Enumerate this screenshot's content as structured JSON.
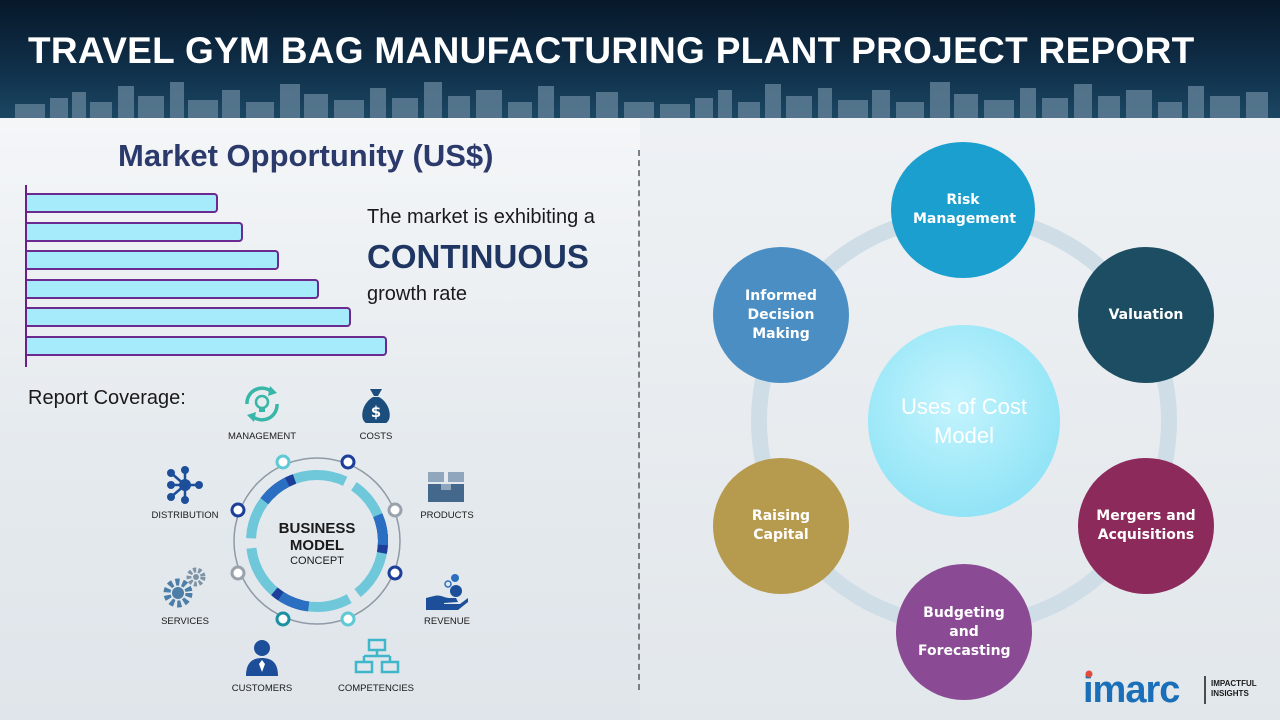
{
  "header": {
    "title": "TRAVEL GYM BAG MANUFACTURING PLANT PROJECT REPORT"
  },
  "market": {
    "title": "Market Opportunity (US$)",
    "line1": "The market is exhibiting a",
    "line2": "CONTINUOUS",
    "line3": "growth rate",
    "bars": [
      {
        "value": 0.53
      },
      {
        "value": 0.6
      },
      {
        "value": 0.7
      },
      {
        "value": 0.81
      },
      {
        "value": 0.9
      },
      {
        "value": 1.0
      }
    ]
  },
  "coverage": {
    "label": "Report Coverage:",
    "center_line1": "BUSINESS",
    "center_line2": "MODEL",
    "center_line3": "CONCEPT",
    "items": [
      {
        "label": "MANAGEMENT",
        "icon": "lightbulb-cycle-icon"
      },
      {
        "label": "COSTS",
        "icon": "money-bag-icon"
      },
      {
        "label": "PRODUCTS",
        "icon": "boxes-icon"
      },
      {
        "label": "REVENUE",
        "icon": "hand-coins-icon"
      },
      {
        "label": "COMPETENCIES",
        "icon": "hierarchy-icon"
      },
      {
        "label": "CUSTOMERS",
        "icon": "person-icon"
      },
      {
        "label": "SERVICES",
        "icon": "gears-icon"
      },
      {
        "label": "DISTRIBUTION",
        "icon": "network-icon"
      }
    ]
  },
  "cost_model": {
    "center": "Uses of Cost Model",
    "items": [
      {
        "label": "Risk Management",
        "color": "#1b9fce"
      },
      {
        "label": "Valuation",
        "color": "#1d4d62"
      },
      {
        "label": "Mergers and Acquisitions",
        "color": "#8d2a5c"
      },
      {
        "label": "Budgeting and Forecasting",
        "color": "#8a4a94"
      },
      {
        "label": "Raising Capital",
        "color": "#b69b4f"
      },
      {
        "label": "Informed Decision Making",
        "color": "#4a8ec3"
      }
    ]
  },
  "logo": {
    "brand": "imarc",
    "tagline1": "IMPACTFUL",
    "tagline2": "INSIGHTS"
  }
}
